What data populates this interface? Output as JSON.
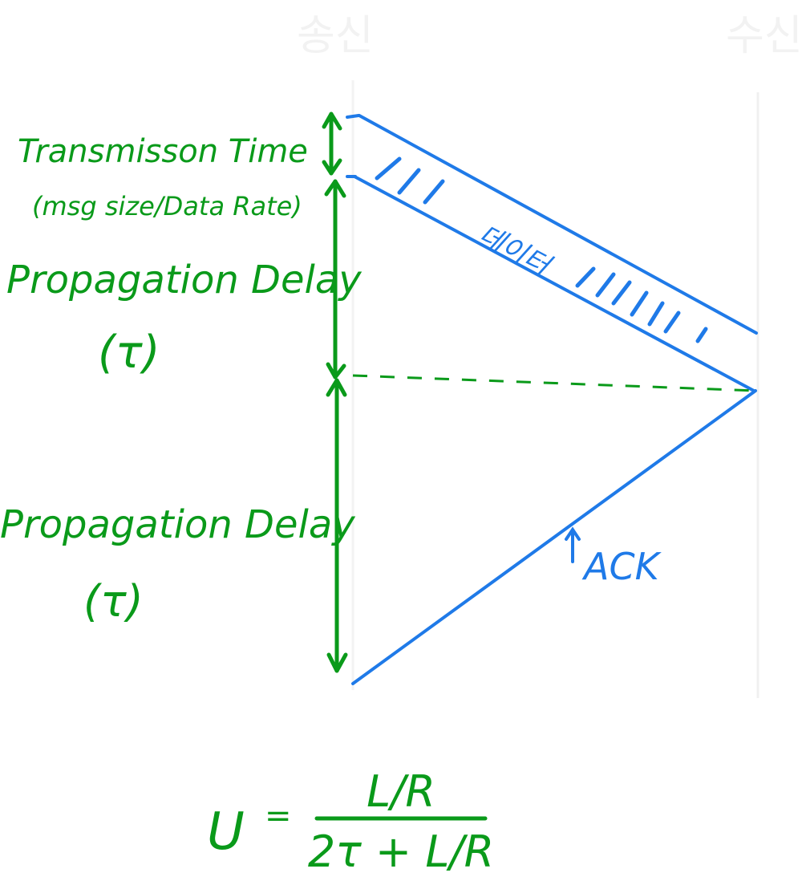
{
  "header": {
    "sender_label": "송신",
    "receiver_label": "수신"
  },
  "annotations": {
    "transmission_time": "Transmisson Time",
    "transmission_formula": "(msg size/Data Rate)",
    "propagation_delay_1": "Propagation Delay",
    "tau_1": "(τ)",
    "propagation_delay_2": "Propagation Delay",
    "tau_2": "(τ)",
    "data_label": "데이터",
    "ack_label": "ACK"
  },
  "formula": {
    "lhs": "U",
    "equals": "=",
    "numerator": "L/R",
    "denominator": "2τ + L/R"
  },
  "colors": {
    "green": "#0a9a1a",
    "blue": "#1f7ae8",
    "timeline": "#f0f0f0"
  }
}
